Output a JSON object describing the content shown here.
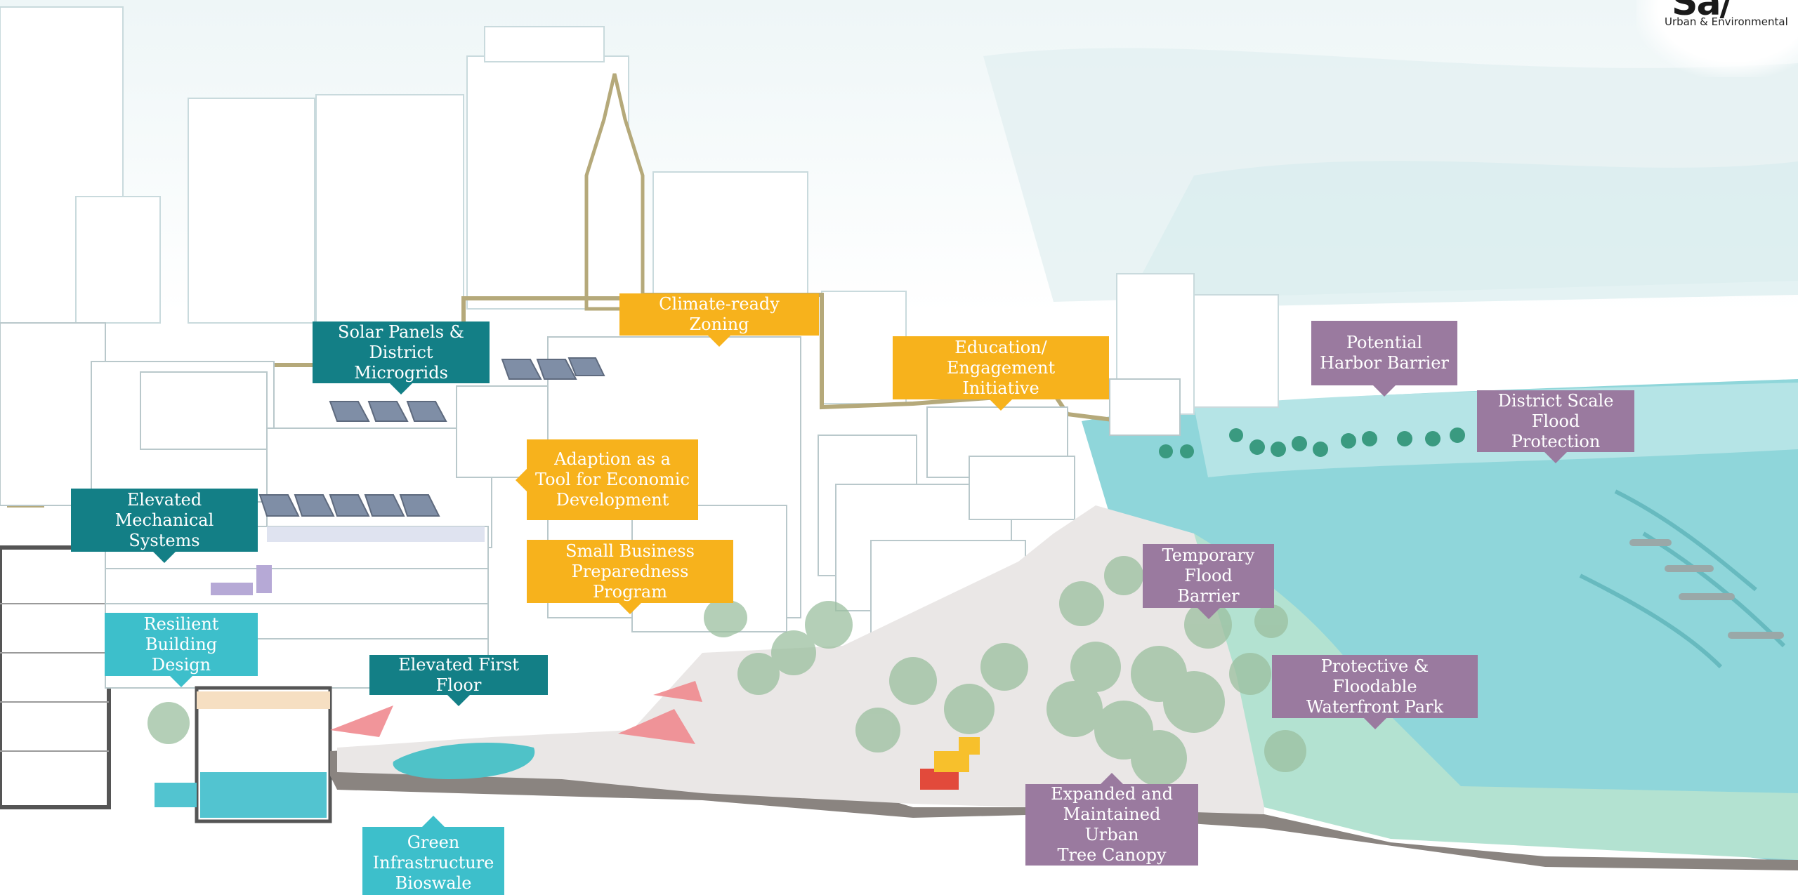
{
  "logo": {
    "mark": "Sa/",
    "subtitle": "Urban & Environmental"
  },
  "colors": {
    "teal_dark": "#137f86",
    "teal_light": "#3dbfcb",
    "gold": "#f7b21c",
    "purple": "#9a7a9f",
    "water": "#8fd6da",
    "outline": "#b5a97a"
  },
  "callouts": {
    "solar_panels": "Solar Panels &\nDistrict Microgrids",
    "climate_zoning": "Climate-ready Zoning",
    "education": "Education/ Engagement\nInitiative",
    "harbor_barrier": "Potential\nHarbor Barrier",
    "district_flood": "District Scale\nFlood Protection",
    "adaption": "Adaption as a\nTool for Economic\nDevelopment",
    "elevated_mechanical": "Elevated\nMechanical Systems",
    "small_business": "Small Business\nPreparedness Program",
    "temporary_barrier": "Temporary\nFlood Barrier",
    "resilient_building": "Resilient\nBuilding Design",
    "elevated_first_floor": "Elevated First Floor",
    "waterfront_park": "Protective & Floodable\nWaterfront Park",
    "urban_canopy": "Expanded and\nMaintained Urban\nTree Canopy",
    "green_infrastructure": "Green\nInfrastructure\nBioswale"
  }
}
